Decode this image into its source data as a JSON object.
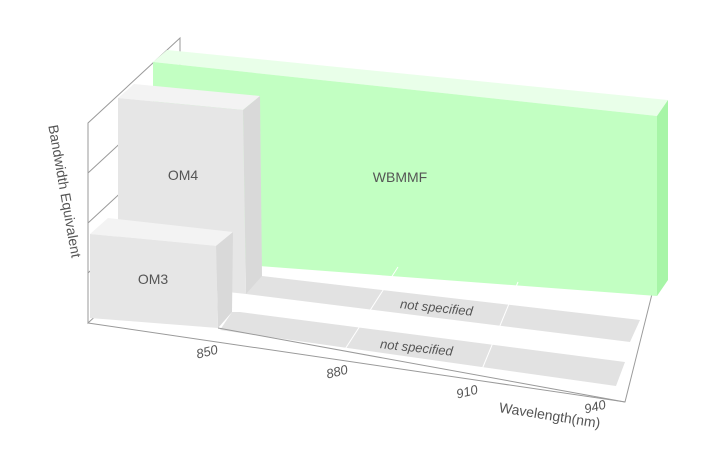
{
  "chart_data": {
    "type": "bar",
    "subtype": "3d-range-bar",
    "title": "",
    "xlabel": "Wavelength(nm)",
    "ylabel": "Bandwidth Equivalent",
    "x_ticks": [
      "850",
      "880",
      "910",
      "940"
    ],
    "xlim": [
      850,
      940
    ],
    "grid": true,
    "series": [
      {
        "name": "WBMMF",
        "x_start": 850,
        "x_end": 940,
        "level": 1.0,
        "color": "#c2ffc2",
        "label": "WBMMF"
      },
      {
        "name": "OM4",
        "x_start": 850,
        "x_end": 850,
        "level": 1.0,
        "color": "#e6e6e6",
        "label": "OM4",
        "beyond_850": "not specified"
      },
      {
        "name": "OM3",
        "x_start": 850,
        "x_end": 850,
        "level": 0.5,
        "color": "#e6e6e6",
        "label": "OM3",
        "beyond_850": "not specified"
      }
    ],
    "annotations": [
      "not specified",
      "not specified"
    ]
  }
}
